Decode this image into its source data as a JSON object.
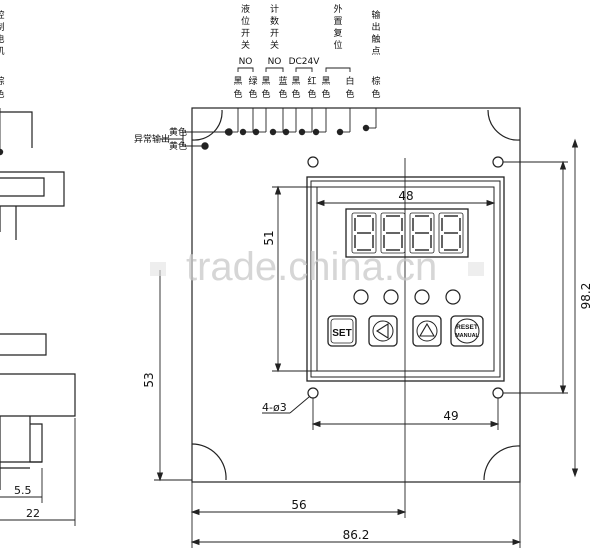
{
  "wires": [
    {
      "label": "液位开关",
      "sub": "NO",
      "colors": [
        "黑色",
        "绿色"
      ]
    },
    {
      "label": "计数开关",
      "sub": "NO",
      "colors": [
        "黑色",
        "蓝色"
      ]
    },
    {
      "label": "",
      "sub": "DC24V",
      "colors": [
        "黑色",
        "红色"
      ]
    },
    {
      "label": "外置复位",
      "sub": "",
      "colors": [
        "黑色",
        "白色"
      ]
    },
    {
      "label": "输出触点",
      "sub": "",
      "colors": [
        "棕色"
      ]
    },
    {
      "label": "控制电机",
      "sub": "",
      "colors": [
        "棕色"
      ]
    }
  ],
  "alarm": {
    "label": "异常输出",
    "colors": [
      "黄色",
      "黄色"
    ]
  },
  "display": {
    "digits": "8888"
  },
  "buttons": {
    "set": "SET",
    "reset_top": "RESET",
    "reset_bottom": "MANUAL"
  },
  "dims": {
    "d48": "48",
    "d51": "51",
    "d53": "53",
    "d98": "98.2",
    "d49": "49",
    "holes": "4-ø3",
    "d56": "56",
    "d86": "86.2",
    "d55": "5.5",
    "d22": "22"
  },
  "watermark": "trade.china.cn"
}
